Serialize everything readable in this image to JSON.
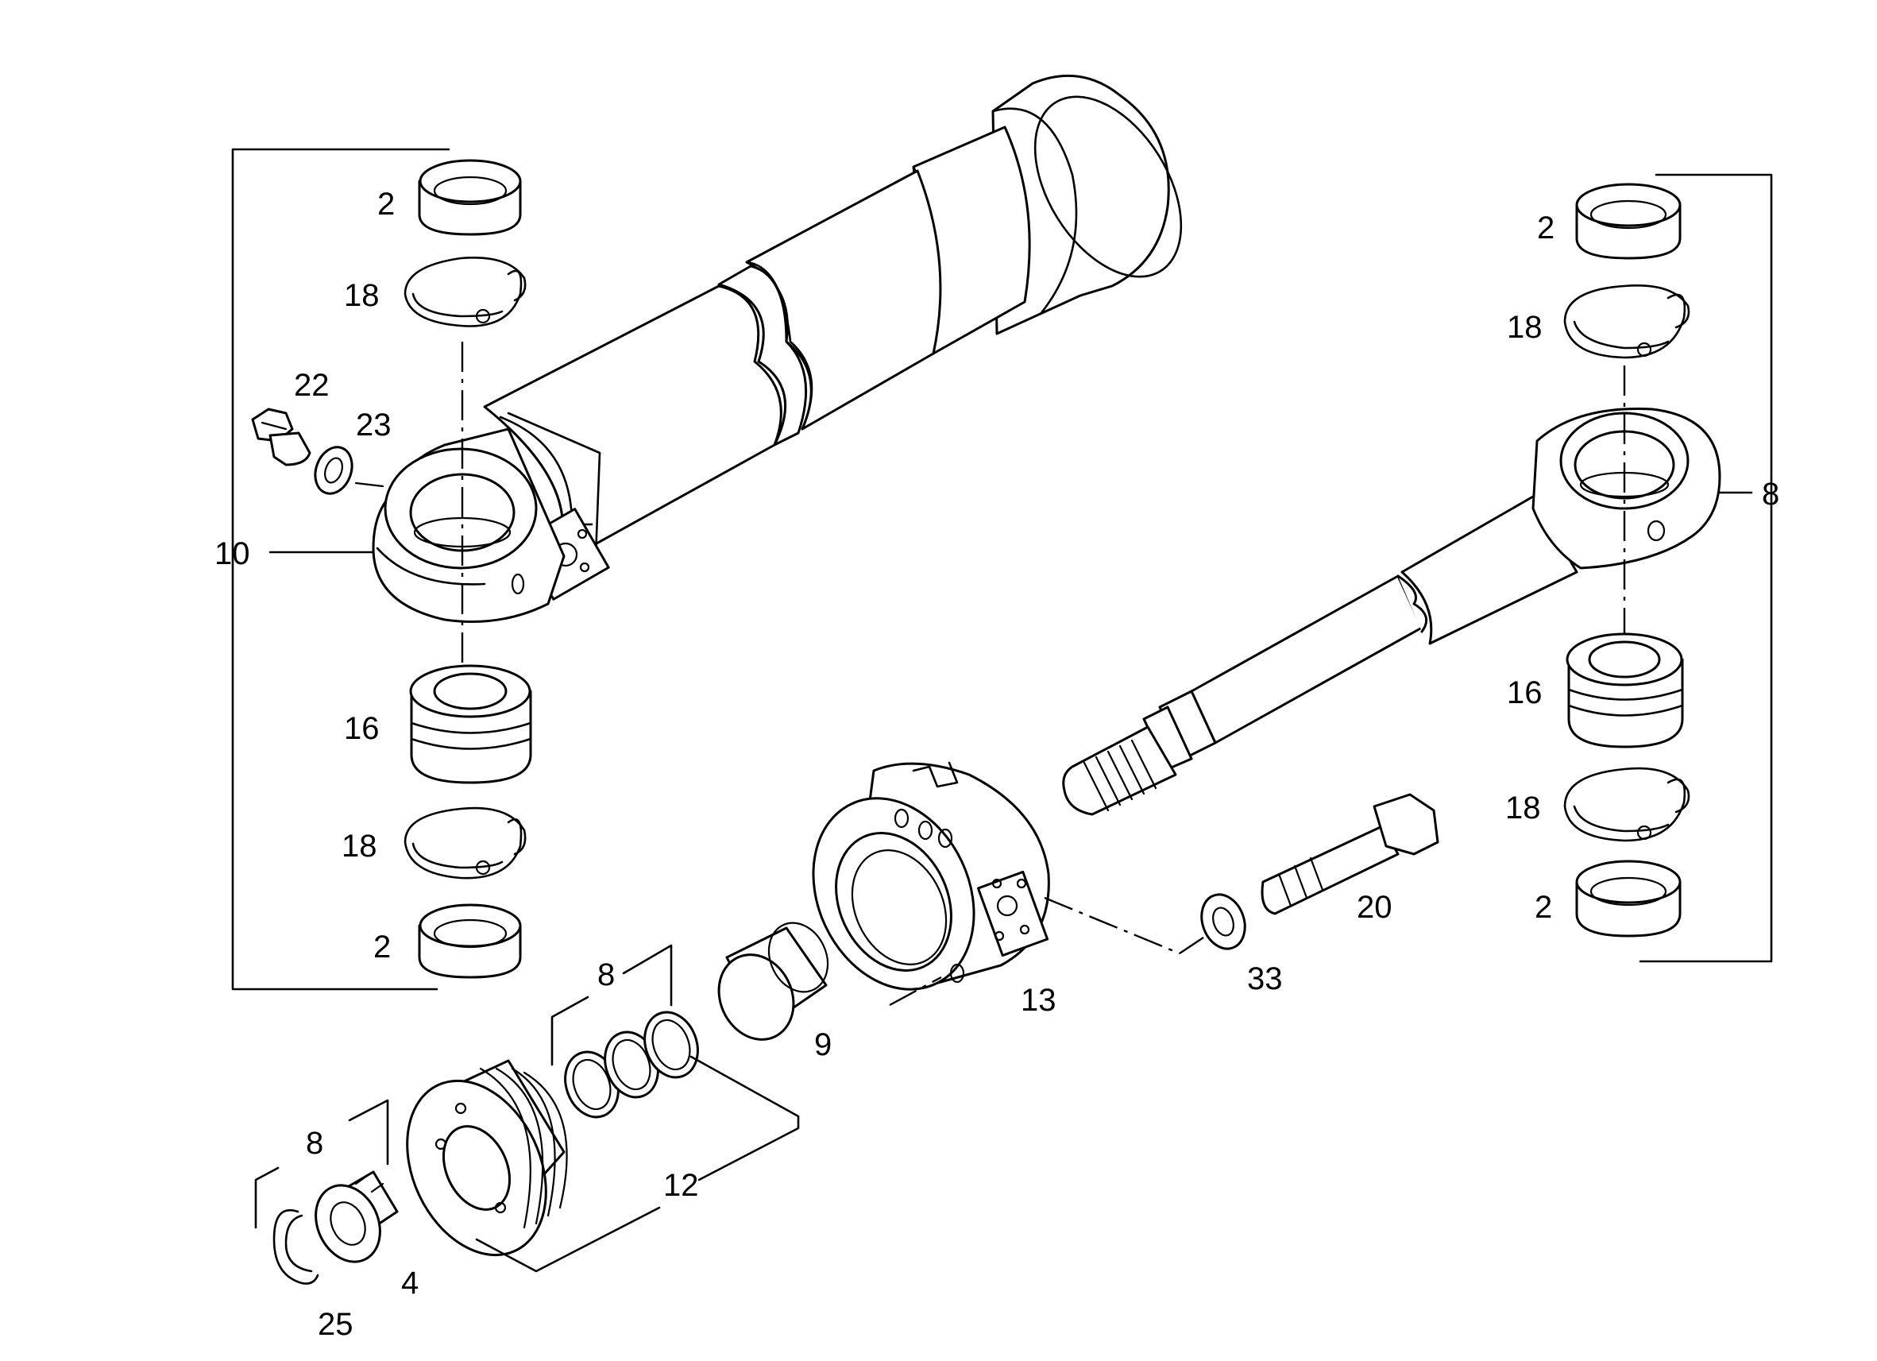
{
  "diagram": {
    "type": "exploded parts diagram",
    "colors": {
      "line": "#000000",
      "background": "#ffffff"
    },
    "callouts": {
      "top_left_2": "2",
      "top_left_18": "18",
      "plug_22": "22",
      "washer_23": "23",
      "group_10": "10",
      "mid_left_16": "16",
      "low_left_18": "18",
      "low_left_2": "2",
      "piston_group_8": "8",
      "nut_group_8": "8",
      "bushing_9": "9",
      "guide_13": "13",
      "seal_group_12": "12",
      "nut_4": "4",
      "circlip_25": "25",
      "bolt_20": "20",
      "washer_33": "33",
      "top_right_2": "2",
      "top_right_18": "18",
      "group_right_8": "8",
      "mid_right_16": "16",
      "low_right_18": "18",
      "low_right_2": "2"
    }
  }
}
